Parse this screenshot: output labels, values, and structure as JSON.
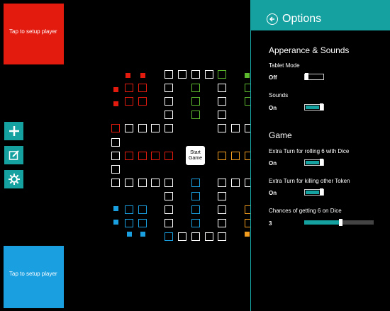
{
  "players": {
    "top": {
      "label": "Tap to setup player",
      "color": "#e31a0e"
    },
    "bottom": {
      "label": "Tap to setup player",
      "color": "#1a9fe0"
    }
  },
  "sidebar": {
    "buttons": [
      {
        "name": "add-button",
        "icon": "plus-icon"
      },
      {
        "name": "edit-button",
        "icon": "edit-icon"
      },
      {
        "name": "settings-button",
        "icon": "gear-icon"
      }
    ]
  },
  "board": {
    "start_label_1": "Start",
    "start_label_2": "Game",
    "colors": {
      "red": "#e31a0e",
      "green": "#5cb82c",
      "orange": "#f29d1e",
      "blue": "#1a9fe0",
      "white": "#ffffff"
    }
  },
  "options": {
    "title": "Options",
    "appearance_heading": "Apperance & Sounds",
    "tablet_mode": {
      "label": "Tablet Mode",
      "value": "Off",
      "on": false
    },
    "sounds": {
      "label": "Sounds",
      "value": "On",
      "on": true
    },
    "game_heading": "Game",
    "extra_turn_six": {
      "label": "Extra Turn for rolling 6 with Dice",
      "value": "On",
      "on": true
    },
    "extra_turn_kill": {
      "label": "Extra Turn for killing other Token",
      "value": "On",
      "on": true
    },
    "chance_six": {
      "label": "Chances of getting 6 on Dice",
      "value": "3",
      "level": 0.5
    }
  }
}
